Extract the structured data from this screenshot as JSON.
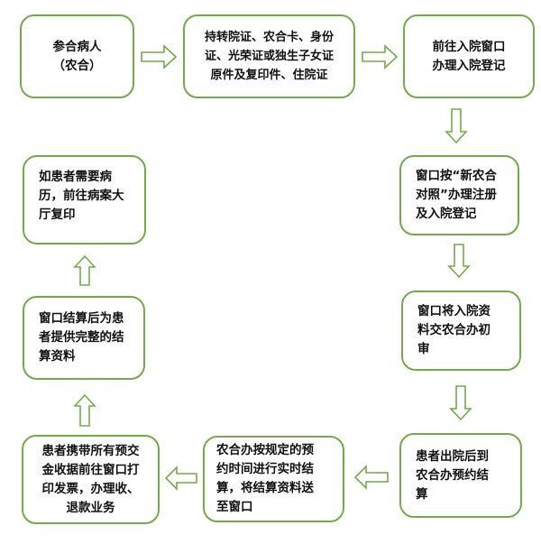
{
  "flowchart": {
    "colors": {
      "border": "#70ad47",
      "arrow": "#70ad47",
      "text": "#111111"
    },
    "steps": [
      {
        "id": 1,
        "text": "参合病人\n（农合）"
      },
      {
        "id": 2,
        "text": "持转院证、农合卡、身份\n证、光荣证或独生子女证\n原件及复印件、住院证"
      },
      {
        "id": 3,
        "text": "前往入院窗口\n办理入院登记"
      },
      {
        "id": 4,
        "text": "窗口按“新农合\n对照”办理注册\n及入院登记"
      },
      {
        "id": 5,
        "text": "窗口将入院资\n料交农合办初\n审"
      },
      {
        "id": 6,
        "text": "患者出院后到\n农合办预约结\n算"
      },
      {
        "id": 7,
        "text": "农合办按规定的预\n约时间进行实时结\n算，将结算资料送\n至窗口"
      },
      {
        "id": 8,
        "text": "患者携带所有预交\n金收据前往窗口打\n印发票，办理收、\n退款业务"
      },
      {
        "id": 9,
        "text": "窗口结算后为患\n者提供完整的结\n算资料"
      },
      {
        "id": 10,
        "text": "如患者需要病\n历，前往病案大\n厅复印"
      }
    ],
    "arrows": [
      {
        "from": 1,
        "to": 2,
        "direction": "right"
      },
      {
        "from": 2,
        "to": 3,
        "direction": "right"
      },
      {
        "from": 3,
        "to": 4,
        "direction": "down"
      },
      {
        "from": 4,
        "to": 5,
        "direction": "down"
      },
      {
        "from": 5,
        "to": 6,
        "direction": "down"
      },
      {
        "from": 6,
        "to": 7,
        "direction": "left"
      },
      {
        "from": 7,
        "to": 8,
        "direction": "left"
      },
      {
        "from": 8,
        "to": 9,
        "direction": "up"
      },
      {
        "from": 9,
        "to": 10,
        "direction": "up"
      }
    ]
  }
}
